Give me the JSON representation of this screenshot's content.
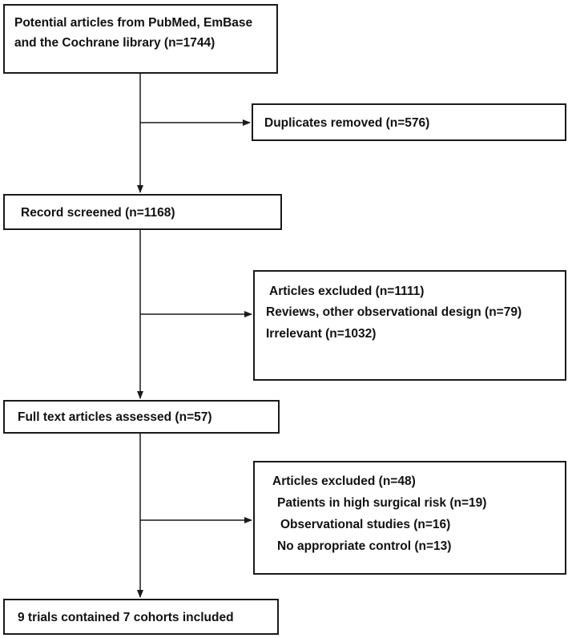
{
  "nodes": {
    "identification": {
      "lines": [
        "Potential articles from PubMed, EmBase",
        "and the Cochrane library (n=1744)"
      ]
    },
    "duplicates": {
      "lines": [
        "Duplicates removed (n=576)"
      ]
    },
    "screened": {
      "lines": [
        "Record screened (n=1168)"
      ]
    },
    "excluded_screening": {
      "lines": [
        "Articles excluded (n=1111)",
        "Reviews, other observational design (n=79)",
        "Irrelevant (n=1032)"
      ]
    },
    "full_text": {
      "lines": [
        "Full text articles assessed (n=57)"
      ]
    },
    "excluded_full_text": {
      "lines": [
        "Articles excluded (n=48)",
        "Patients in high surgical risk (n=19)",
        "Observational studies (n=16)",
        "No appropriate control (n=13)"
      ]
    },
    "included": {
      "lines": [
        "9 trials contained 7 cohorts included"
      ]
    }
  },
  "colors": {
    "line": "#1a1a1a",
    "box_border": "#1a1a1a",
    "text": "#111111"
  }
}
